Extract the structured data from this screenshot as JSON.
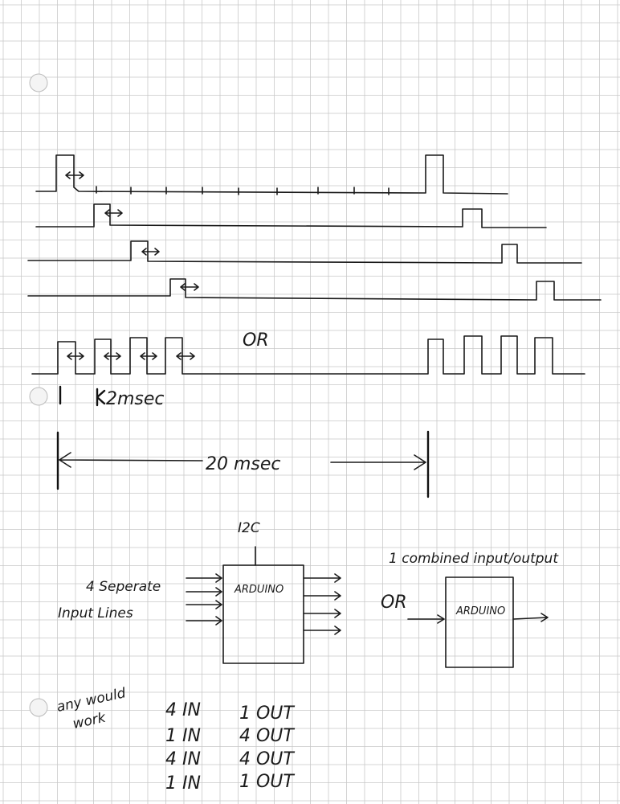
{
  "labels": {
    "or_top": "OR",
    "two_msec": "2msec",
    "twenty_msec": "20 msec",
    "i2c": "I2C",
    "arduino_left": "ARDUINO",
    "arduino_right": "ARDUINO",
    "separate_line1": "4 Seperate",
    "separate_line2": "Input Lines",
    "combined": "1 combined input/output",
    "or_bottom": "OR",
    "any_would_work_1": "any would",
    "any_would_work_2": "work"
  },
  "options": [
    {
      "inputs": "4 IN",
      "outputs": "1 OUT"
    },
    {
      "inputs": "1 IN",
      "outputs": "4 OUT"
    },
    {
      "inputs": "4 IN",
      "outputs": "4 OUT"
    },
    {
      "inputs": "1 IN",
      "outputs": "1 OUT"
    }
  ]
}
